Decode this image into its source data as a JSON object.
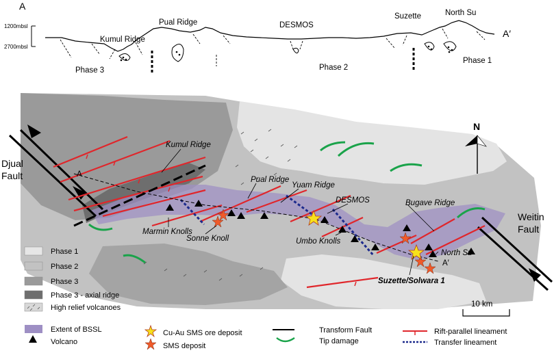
{
  "profile": {
    "start_label": "A",
    "end_label": "A′",
    "depth_top": "1200mbsl",
    "depth_bottom": "2700mbsl",
    "ridges": [
      "Kumul Ridge",
      "Pual Ridge",
      "DESMOS",
      "Suzette",
      "North Su"
    ],
    "phases": [
      "Phase 3",
      "Phase 2",
      "Phase 1"
    ]
  },
  "map": {
    "north_label": "N",
    "faults": [
      "Djual",
      "Fault",
      "Weitin",
      "Fault"
    ],
    "section_start": "A",
    "section_end": "A′",
    "features": [
      "Kumul Ridge",
      "Pual Ridge",
      "Yuam Ridge",
      "DESMOS",
      "Bugave Ridge",
      "Marmin Knolls",
      "Sonne Knoll",
      "Umbo Knolls",
      "North Su",
      "Suzette/Solwara 1"
    ],
    "scale_label": "10 km"
  },
  "legend": {
    "units": [
      {
        "label": "Phase 1",
        "color": "#e6e6e6"
      },
      {
        "label": "Phase 2",
        "color": "#c2c2c2"
      },
      {
        "label": "Phase 3",
        "color": "#9a9a9a"
      },
      {
        "label": "Phase 3 - axial ridge",
        "color": "#6e6e6e"
      },
      {
        "label": "High relief volcanoes",
        "color": "#d8d8d8"
      }
    ],
    "symbols": [
      "Extent of BSSL",
      "Volcano",
      "Cu-Au SMS ore deposit",
      "SMS deposit",
      "Transform Fault",
      "Tip damage",
      "Rift-parallel lineament",
      "Transfer lineament"
    ],
    "colors": {
      "bssl": "#9e8fc4",
      "rift": "#e0262b",
      "transfer": "#1c2a8c",
      "tip": "#1aa34a",
      "star_ore": "#f7e21b",
      "star_sms": "#ef5a2a"
    }
  }
}
